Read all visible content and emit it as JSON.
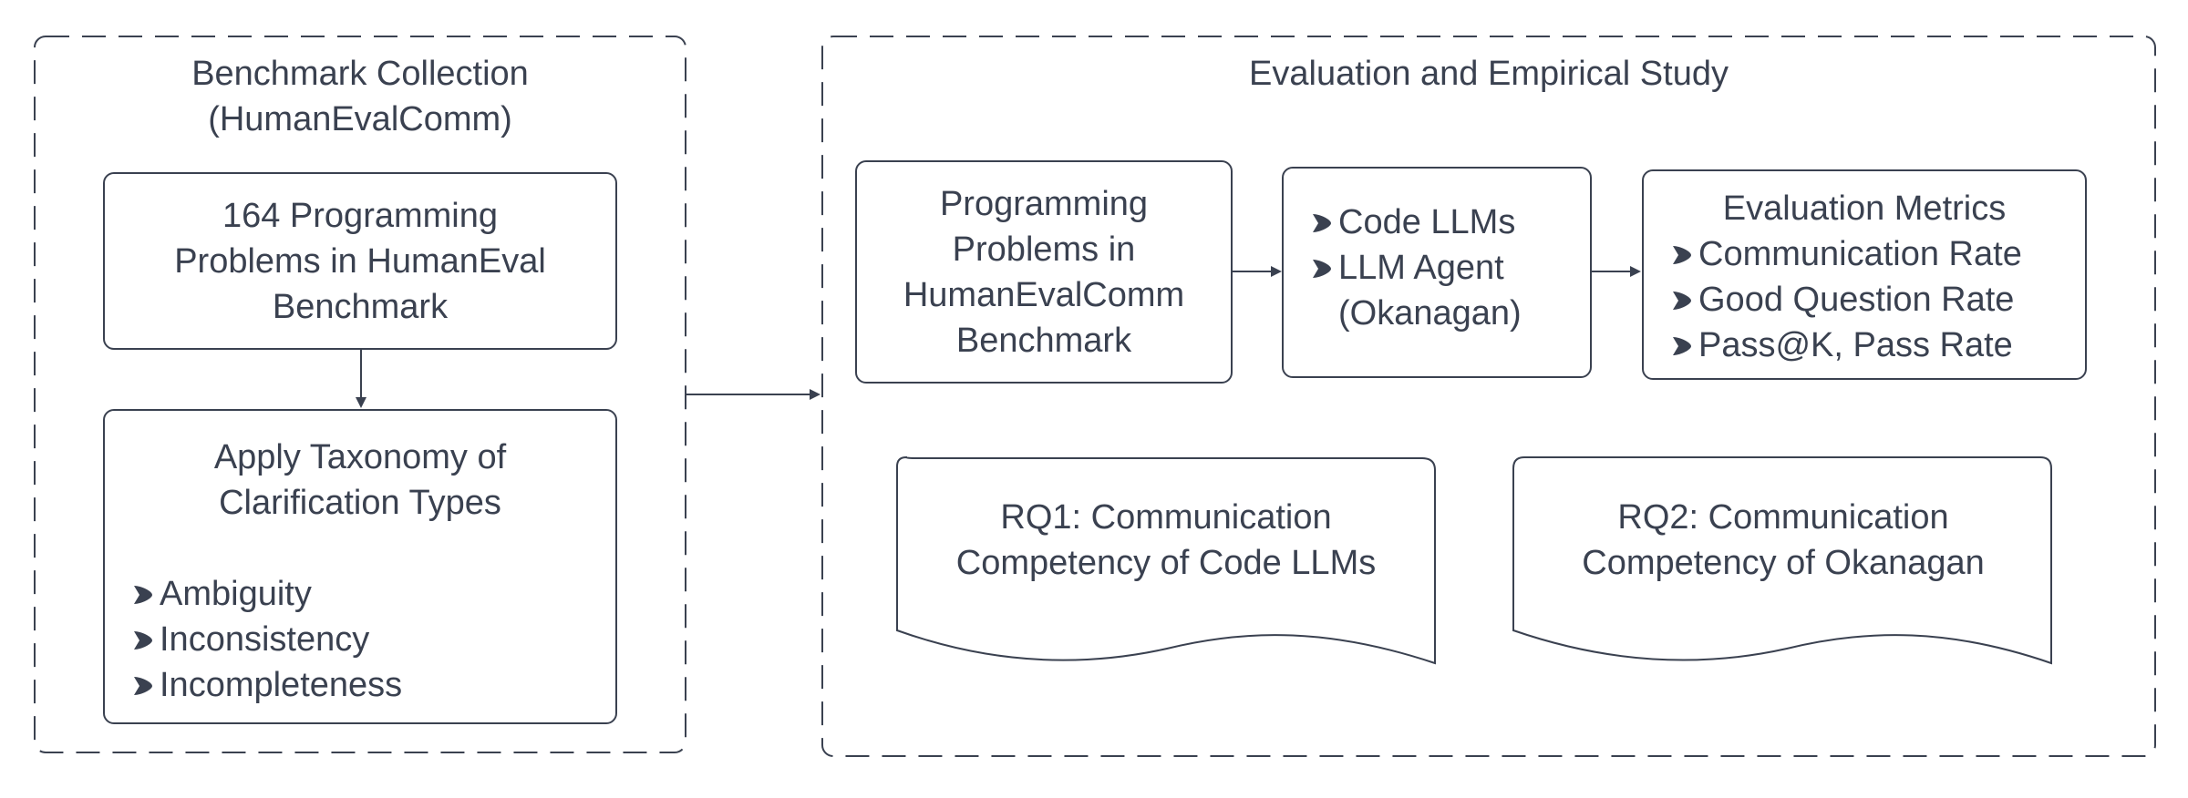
{
  "benchmark_collection": {
    "title_line1": "Benchmark Collection",
    "title_line2": "(HumanEvalComm)",
    "source_box": {
      "lines": [
        "164 Programming",
        "Problems in HumanEval",
        "Benchmark"
      ]
    },
    "taxonomy_box": {
      "title_line1": "Apply Taxonomy of",
      "title_line2": "Clarification Types",
      "items": [
        "Ambiguity",
        "Inconsistency",
        "Incompleteness"
      ]
    }
  },
  "evaluation": {
    "title": "Evaluation and Empirical Study",
    "problems_box": {
      "lines": [
        "Programming",
        "Problems in",
        "HumanEvalComm",
        "Benchmark"
      ]
    },
    "models_box": {
      "items": [
        "Code LLMs",
        "LLM Agent"
      ],
      "continuation": "(Okanagan)"
    },
    "metrics_box": {
      "title": "Evaluation Metrics",
      "items": [
        "Communication Rate",
        "Good Question Rate",
        "Pass@K, Pass Rate"
      ]
    },
    "rq1": {
      "line1": "RQ1: Communication",
      "line2": "Competency of Code LLMs"
    },
    "rq2": {
      "line1": "RQ2: Communication",
      "line2": "Competency of Okanagan"
    }
  },
  "colors": {
    "stroke": "#3a4150",
    "background": "#ffffff"
  },
  "icons": {
    "bullet": "chevron-bullet-icon"
  }
}
